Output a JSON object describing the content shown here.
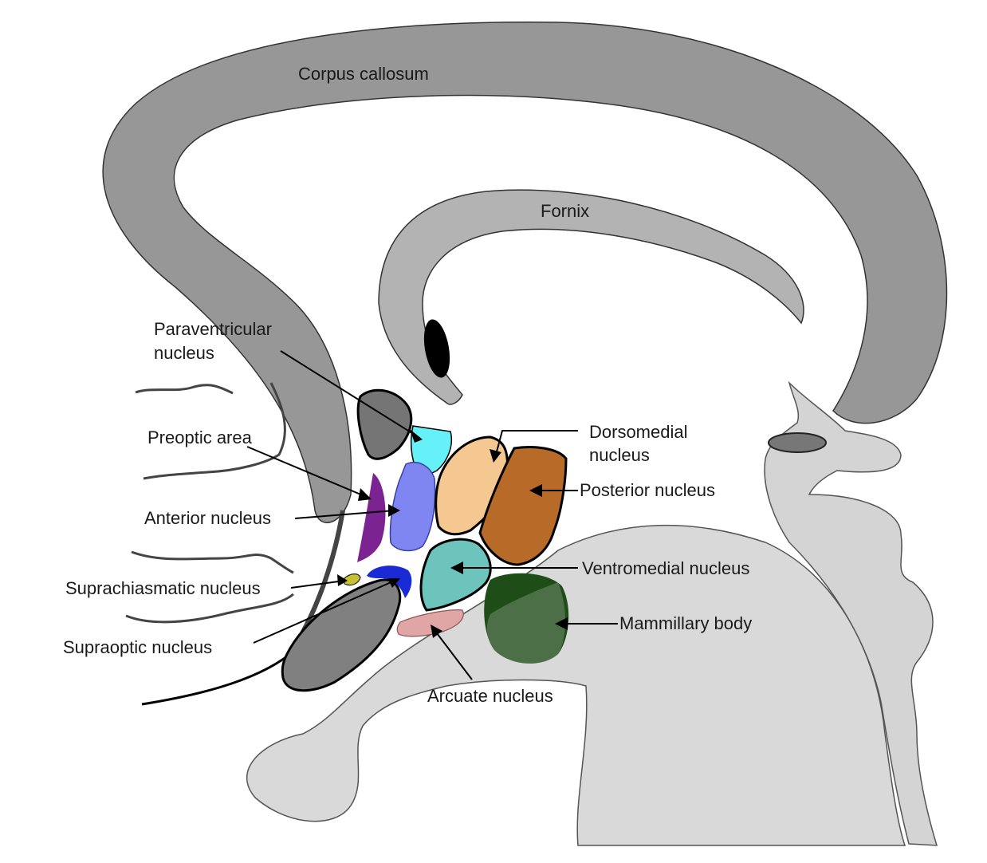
{
  "labels": {
    "corpus_callosum": "Corpus callosum",
    "fornix": "Fornix",
    "paraventricular_1": "Paraventricular",
    "paraventricular_2": "nucleus",
    "preoptic_area": "Preoptic area",
    "anterior_nucleus": "Anterior nucleus",
    "suprachiasmatic_nucleus": "Suprachiasmatic nucleus",
    "supraoptic_nucleus": "Supraoptic nucleus",
    "dorsomedial_1": "Dorsomedial",
    "dorsomedial_2": "nucleus",
    "posterior_nucleus": "Posterior nucleus",
    "ventromedial_nucleus": "Ventromedial nucleus",
    "mammillary_body": "Mammillary body",
    "arcuate_nucleus": "Arcuate nucleus"
  },
  "colors": {
    "corpus_callosum": "#979797",
    "fornix": "#b3b3b3",
    "brainstem": "#d9d9d9",
    "paraventricular": "#66f0f7",
    "preoptic": "#7b2390",
    "anterior": "#7f86f2",
    "suprachiasmatic": "#c8c232",
    "supraoptic": "#1a2bd6",
    "dorsomedial": "#f4c890",
    "posterior": "#b86a28",
    "ventromedial": "#6cc4bc",
    "mammillary": "#1e4d17",
    "arcuate": "#e0a6a6",
    "dark_gray": "#757575"
  }
}
